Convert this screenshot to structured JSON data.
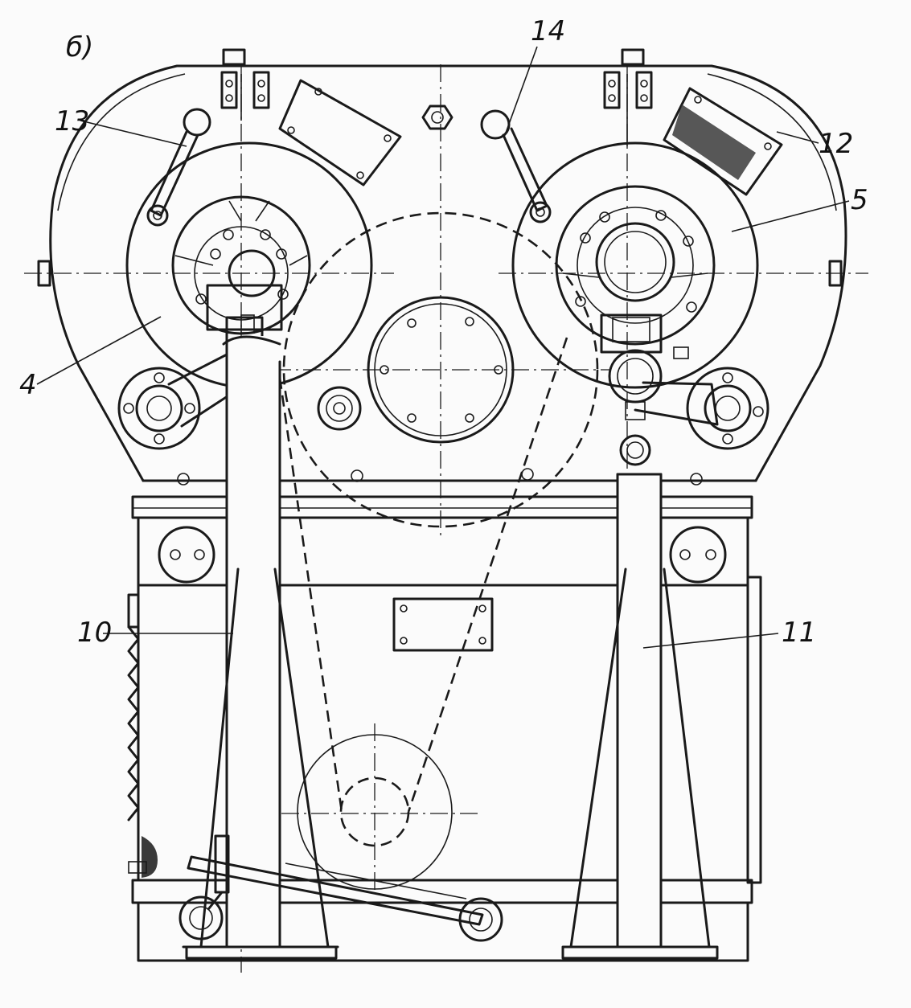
{
  "figure": {
    "letter": "б)",
    "callouts": [
      "4",
      "5",
      "10",
      "11",
      "12",
      "13",
      "14"
    ]
  },
  "colors": {
    "ink": "#1a1a1a",
    "paper": "#fbfbfb"
  }
}
